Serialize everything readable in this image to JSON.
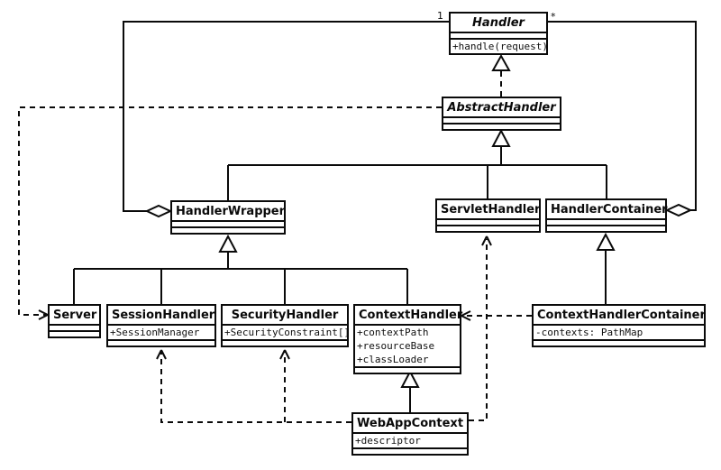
{
  "canvas": {
    "background": "#ffffff",
    "line_color": "#0a0a0a"
  },
  "labels": {
    "aggregation_one": "1",
    "aggregation_many": "*"
  },
  "classes": {
    "handler": {
      "name": "Handler",
      "abstract": true,
      "attributes": [],
      "methods": [
        "+handle(request)"
      ]
    },
    "abstract_handler": {
      "name": "AbstractHandler",
      "abstract": true,
      "attributes": [],
      "methods": []
    },
    "handler_wrapper": {
      "name": "HandlerWrapper",
      "abstract": false,
      "attributes": [],
      "methods": []
    },
    "servlet_handler": {
      "name": "ServletHandler",
      "abstract": false,
      "attributes": [],
      "methods": []
    },
    "handler_container": {
      "name": "HandlerContainer",
      "abstract": false,
      "attributes": [],
      "methods": []
    },
    "server": {
      "name": "Server",
      "abstract": false,
      "attributes": [],
      "methods": []
    },
    "session_handler": {
      "name": "SessionHandler",
      "abstract": false,
      "attributes": [
        "+SessionManager"
      ],
      "methods": []
    },
    "security_handler": {
      "name": "SecurityHandler",
      "abstract": false,
      "attributes": [
        "+SecurityConstraint[]"
      ],
      "methods": []
    },
    "context_handler": {
      "name": "ContextHandler",
      "abstract": false,
      "attributes": [
        "+contextPath",
        "+resourceBase",
        "+classLoader"
      ],
      "methods": []
    },
    "context_handler_container": {
      "name": "ContextHandlerContainer",
      "abstract": false,
      "attributes": [
        "-contexts: PathMap"
      ],
      "methods": []
    },
    "web_app_context": {
      "name": "WebAppContext",
      "abstract": false,
      "attributes": [
        "+descriptor"
      ],
      "methods": []
    }
  },
  "relationships": [
    {
      "type": "aggregation",
      "owner": "HandlerWrapper",
      "part": "Handler",
      "multiplicity": "1"
    },
    {
      "type": "aggregation",
      "owner": "HandlerContainer",
      "part": "Handler",
      "multiplicity": "*"
    },
    {
      "type": "realization",
      "from": "AbstractHandler",
      "to": "Handler"
    },
    {
      "type": "generalization",
      "from": "HandlerWrapper",
      "to": "AbstractHandler"
    },
    {
      "type": "generalization",
      "from": "ServletHandler",
      "to": "AbstractHandler"
    },
    {
      "type": "generalization",
      "from": "HandlerContainer",
      "to": "AbstractHandler"
    },
    {
      "type": "generalization",
      "from": "Server",
      "to": "HandlerWrapper"
    },
    {
      "type": "generalization",
      "from": "SessionHandler",
      "to": "HandlerWrapper"
    },
    {
      "type": "generalization",
      "from": "SecurityHandler",
      "to": "HandlerWrapper"
    },
    {
      "type": "generalization",
      "from": "ContextHandler",
      "to": "HandlerWrapper"
    },
    {
      "type": "generalization",
      "from": "ContextHandlerContainer",
      "to": "HandlerContainer"
    },
    {
      "type": "generalization",
      "from": "WebAppContext",
      "to": "ContextHandler"
    },
    {
      "type": "dependency",
      "from": "AbstractHandler",
      "to": "Server"
    },
    {
      "type": "dependency",
      "from": "WebAppContext",
      "to": "SessionHandler"
    },
    {
      "type": "dependency",
      "from": "WebAppContext",
      "to": "SecurityHandler"
    },
    {
      "type": "dependency",
      "from": "WebAppContext",
      "to": "ServletHandler"
    },
    {
      "type": "dependency",
      "from": "ContextHandlerContainer",
      "to": "ContextHandler"
    }
  ]
}
